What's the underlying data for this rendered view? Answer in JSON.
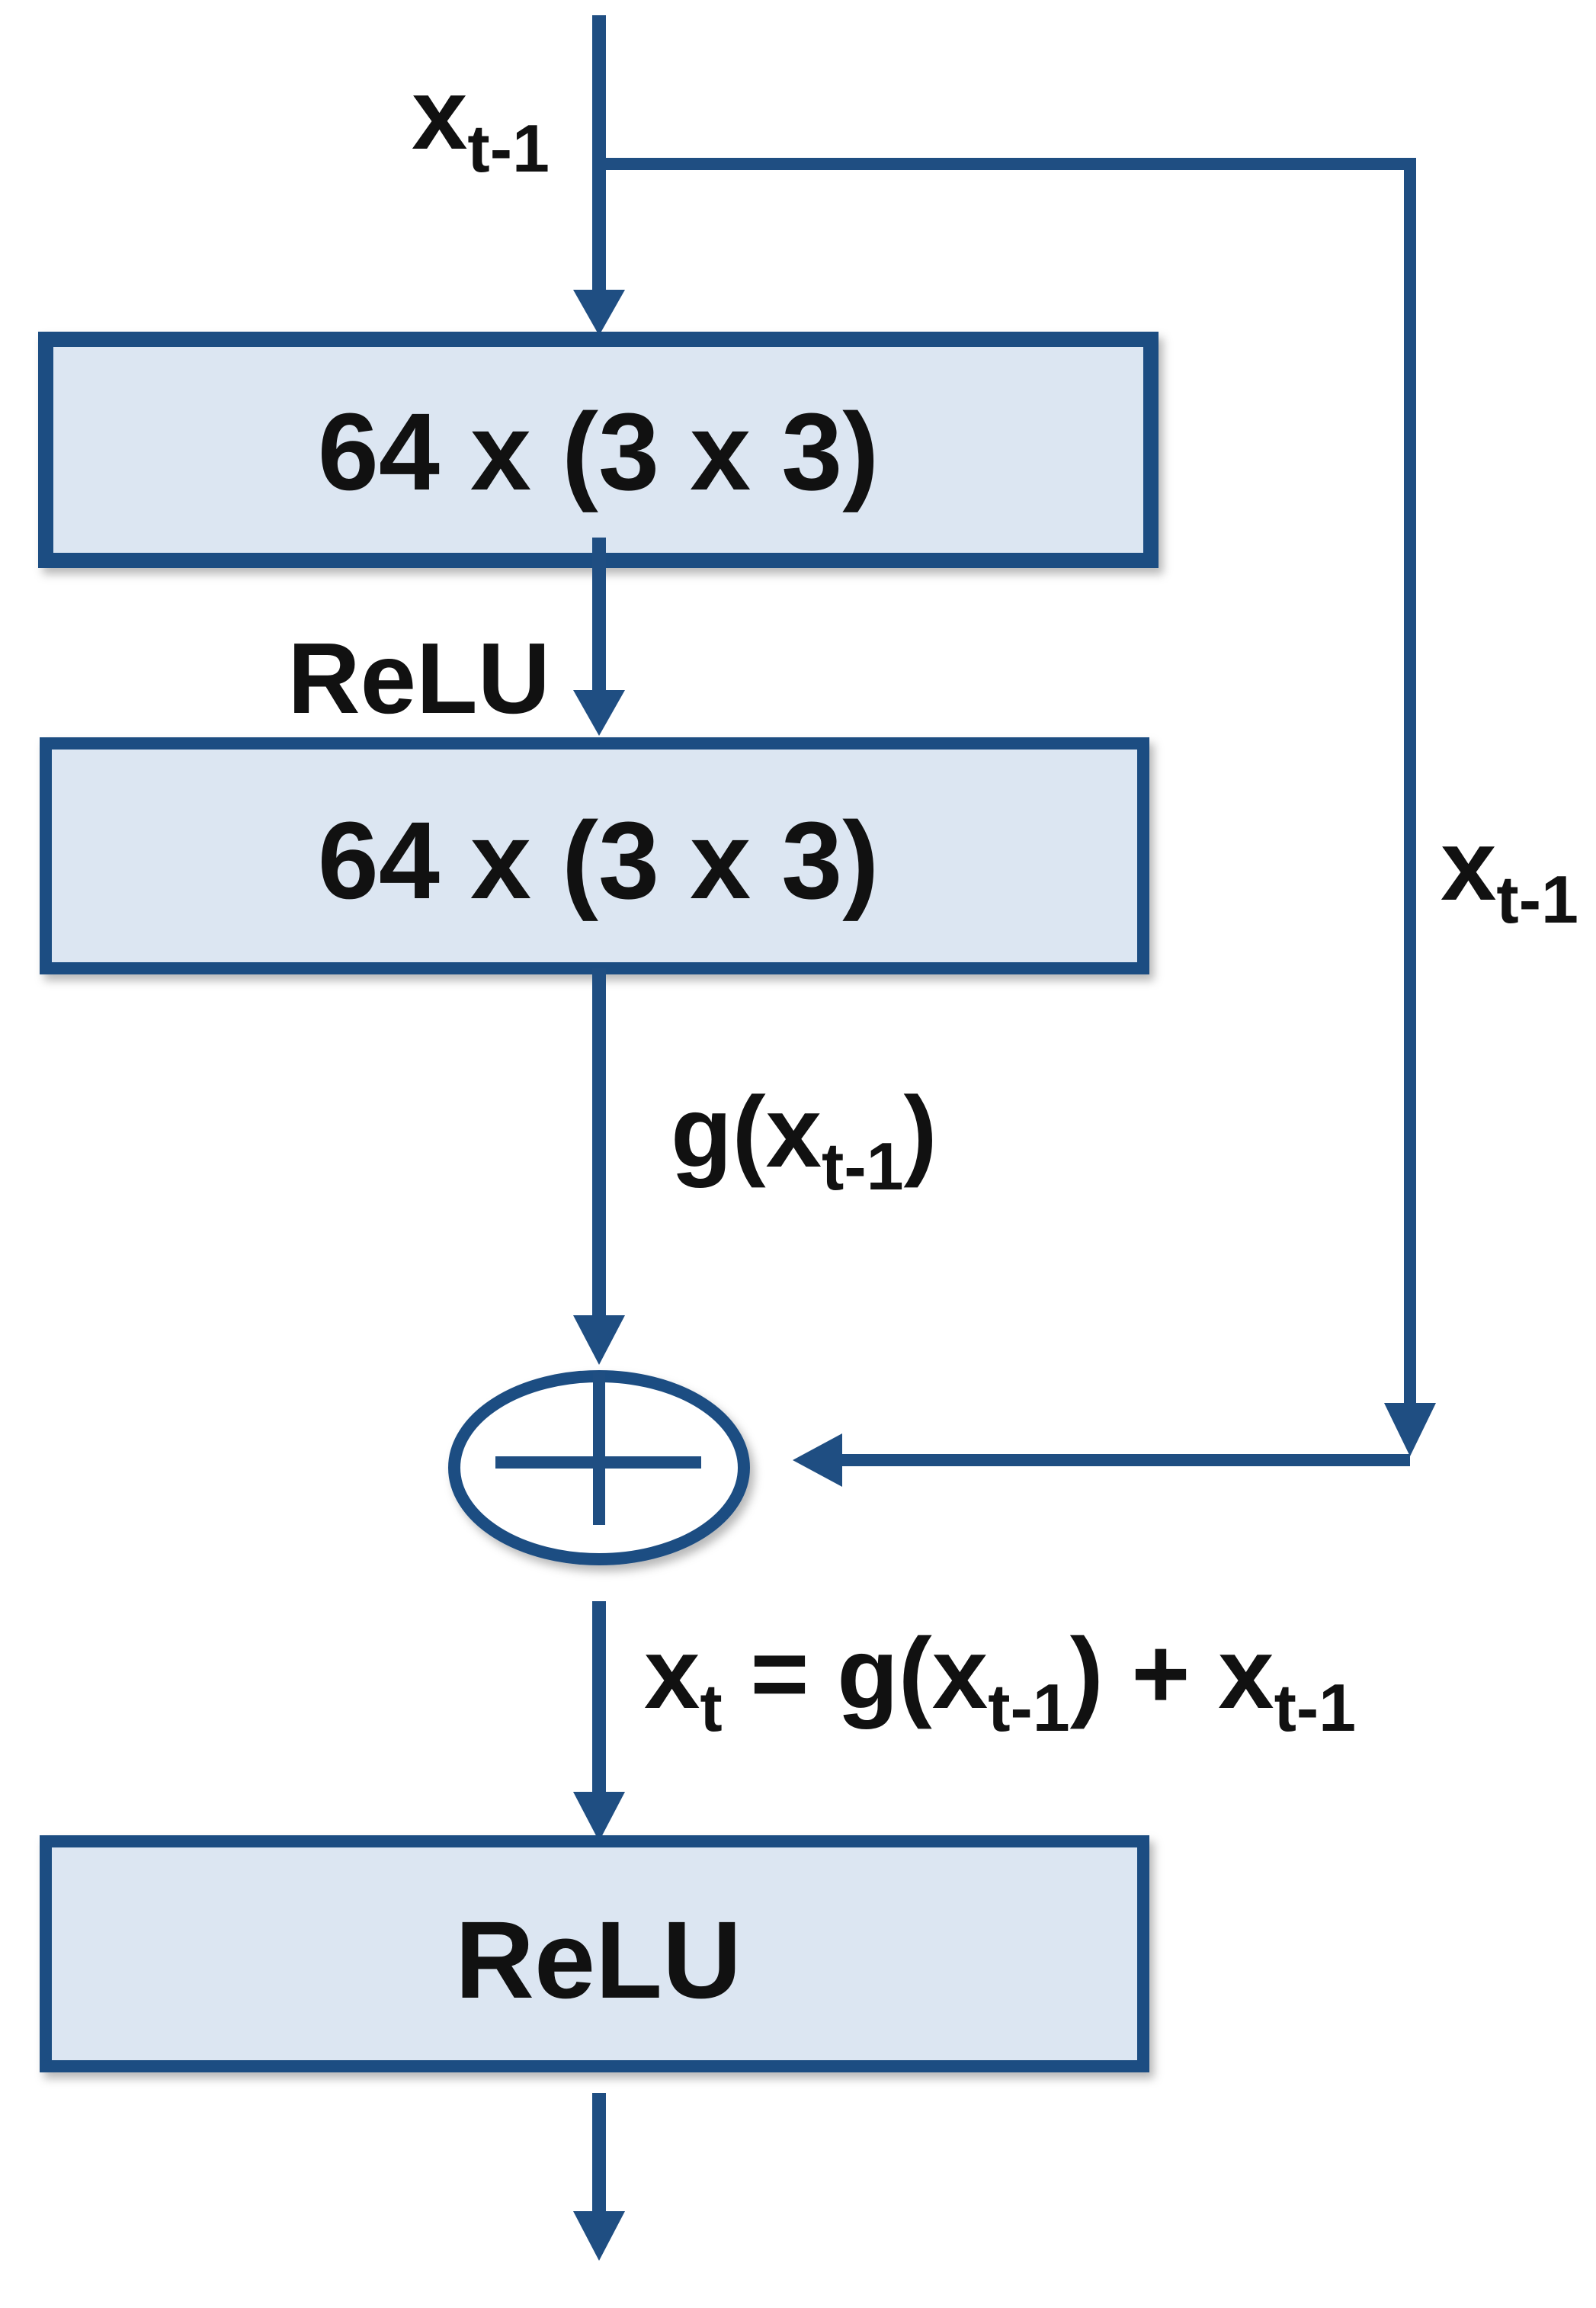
{
  "diagram": {
    "boxes": {
      "conv1": "64 x (3 x 3)",
      "conv2": "64 x (3 x 3)",
      "relu_out": "ReLU"
    },
    "labels": {
      "input": {
        "base": "x",
        "sub": "t-1"
      },
      "relu_between": "ReLU",
      "skip": {
        "base": "x",
        "sub": "t-1"
      },
      "g_output": {
        "prefix": "g(",
        "base": "x",
        "sub": "t-1",
        "suffix": ")"
      },
      "sum_equation": {
        "lhs_base": "x",
        "lhs_sub": "t",
        "middle": " = g(",
        "arg_base": "x",
        "arg_sub": "t-1",
        "plus": ") + ",
        "rhs_base": "x",
        "rhs_sub": "t-1"
      }
    },
    "colors": {
      "line": "#1f4e82",
      "box_fill": "#dce6f2",
      "box_stroke": "#1f4e82",
      "text": "#111111"
    }
  }
}
